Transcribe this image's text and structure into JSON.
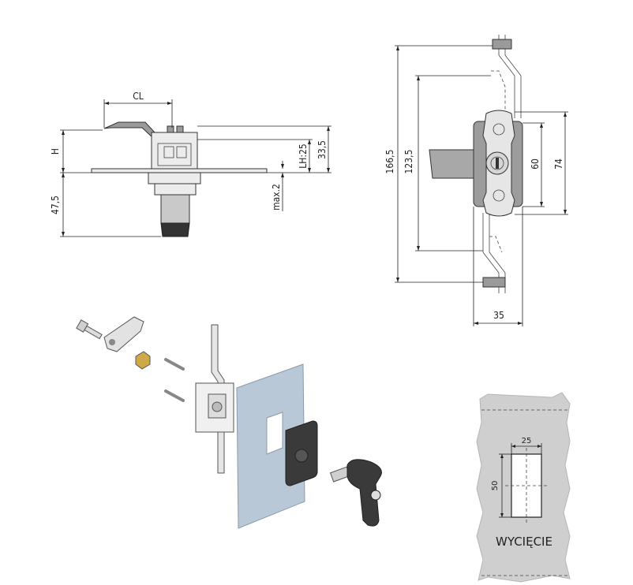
{
  "side_view": {
    "cl_label": "CL",
    "h_label": "H",
    "lh_label": "LH:25",
    "dim_33_5": "33,5",
    "dim_max2": "max.2",
    "dim_47_5": "47,5"
  },
  "front_view": {
    "dim_166_5": "166,5",
    "dim_123_5": "123,5",
    "dim_60": "60",
    "dim_74": "74",
    "dim_35": "35"
  },
  "cutout": {
    "dim_25": "25",
    "dim_50": "50",
    "caption": "WYCIĘCIE"
  },
  "colors": {
    "panel": "#b8c8d6",
    "handle": "#3a3a3a",
    "cutout_bg": "#cfcfcf"
  }
}
